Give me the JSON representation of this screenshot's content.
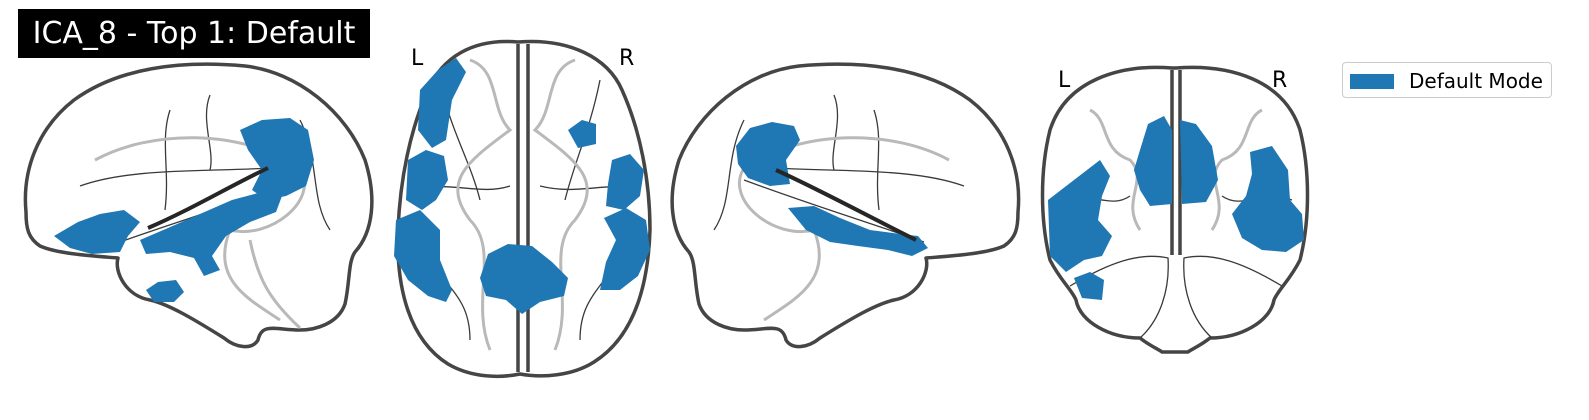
{
  "title": "ICA_8 - Top 1: Default",
  "legend": {
    "label": "Default Mode",
    "color": "#1f77b4"
  },
  "axial_view": {
    "left_label": "L",
    "right_label": "R"
  },
  "coronal_view": {
    "left_label": "L",
    "right_label": "R"
  },
  "colors": {
    "blob": "#1f77b4",
    "outline": "#454545",
    "deep_structure": "#b9b9b9",
    "title_bg": "#000000"
  }
}
